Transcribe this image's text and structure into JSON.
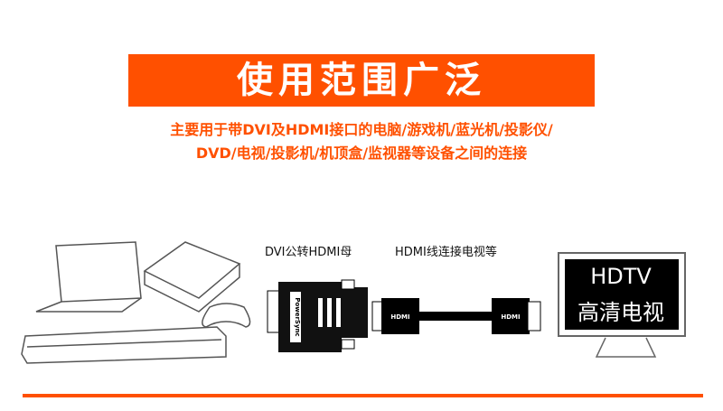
{
  "title": "使用范围广泛",
  "subtitle_lines": [
    "主要用于带DVI及HDMI接口的电脑/游戏机/蓝光机/投影仪/",
    "DVD/电视/投影机/机顶盒/监视器等设备之间的连接"
  ],
  "adapter_label": "DVI公转HDMI母",
  "cable_label": "HDMI线连接电视等",
  "adapter_brand": "PowerSync",
  "cable_plug_labels": [
    "HDMI",
    "HDMI"
  ],
  "tv_text": [
    "HDTV",
    "高清电视"
  ],
  "colors": {
    "accent": "#ff5000"
  }
}
